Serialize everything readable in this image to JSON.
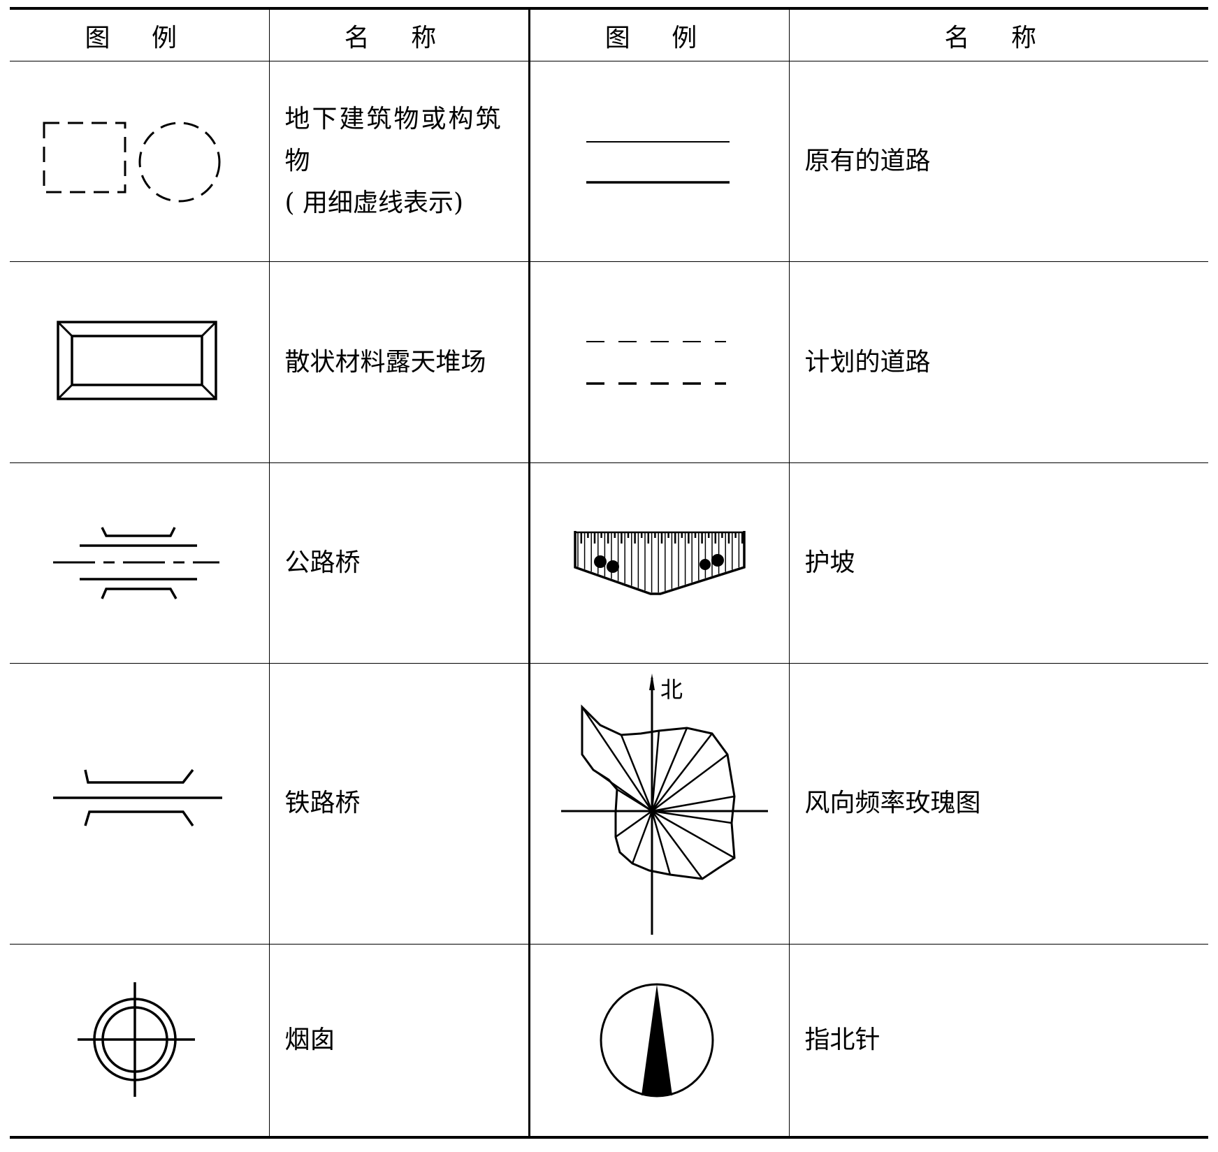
{
  "header": {
    "col1": "图 例",
    "col2": "名 称",
    "col3": "图 例",
    "col4": "名 称"
  },
  "rows": [
    {
      "left": {
        "symbol": "underground-building-symbol",
        "name_line1": "地下建筑物或构筑物",
        "name_line2": "( 用细虚线表示)"
      },
      "right": {
        "symbol": "existing-road-symbol",
        "name": "原有的道路"
      }
    },
    {
      "left": {
        "symbol": "open-storage-yard-symbol",
        "name": "散状材料露天堆场"
      },
      "right": {
        "symbol": "planned-road-symbol",
        "name": "计划的道路"
      }
    },
    {
      "left": {
        "symbol": "highway-bridge-symbol",
        "name": "公路桥"
      },
      "right": {
        "symbol": "slope-protection-symbol",
        "name": "护坡"
      }
    },
    {
      "left": {
        "symbol": "railway-bridge-symbol",
        "name": "铁路桥"
      },
      "right": {
        "symbol": "wind-rose-symbol",
        "name": "风向频率玫瑰图",
        "north_label": "北"
      }
    },
    {
      "left": {
        "symbol": "chimney-symbol",
        "name": "烟囱"
      },
      "right": {
        "symbol": "compass-symbol",
        "name": "指北针"
      }
    }
  ]
}
